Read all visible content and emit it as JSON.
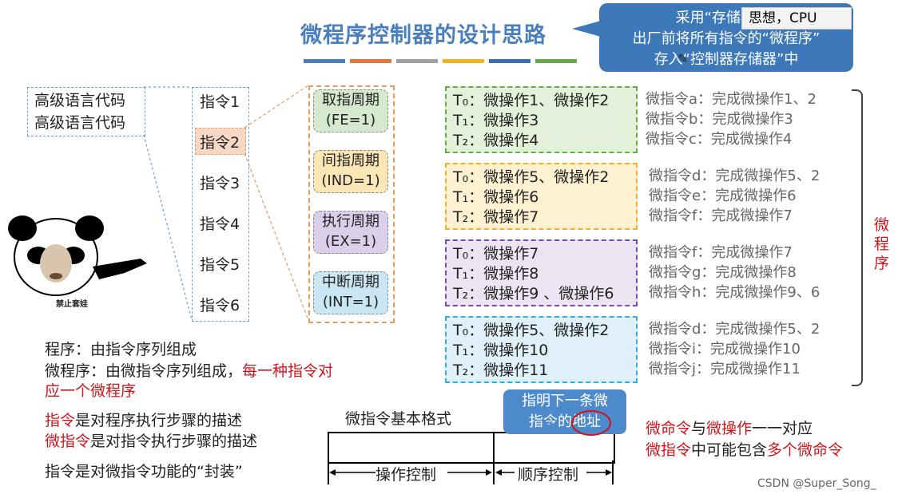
{
  "title": "微程序控制器的设计思路",
  "color_bar": [
    "#4a7fbf",
    "#e07a3c",
    "#a0a0a0",
    "#f1b320",
    "#3d6bb5",
    "#6aa84f"
  ],
  "callout": {
    "line1": "采用“存储程序”",
    "line2": "出厂前将所有指令的“微程序”",
    "line3": "存入“控制器存储器”中",
    "tooltip": "思想，CPU"
  },
  "hll": {
    "line1": "高级语言代码",
    "line2": "高级语言代码"
  },
  "instructions": [
    "指令1",
    "指令2",
    "指令3",
    "指令4",
    "指令5",
    "指令6"
  ],
  "phases": [
    {
      "name": "取指周期",
      "code": "(FE=1)",
      "bg": "#d6e8cd"
    },
    {
      "name": "间指周期",
      "code": "(IND=1)",
      "bg": "#fbe7b6"
    },
    {
      "name": "执行周期",
      "code": "(EX=1)",
      "bg": "#dccfea"
    },
    {
      "name": "中断周期",
      "code": "(INT=1)",
      "bg": "#c9e6f2"
    }
  ],
  "micro_boxes": [
    {
      "color": "#6aa84f",
      "bg": "#e3f0da",
      "lines": [
        "T₀：微操作1、微操作2",
        "T₁：微操作3",
        "T₂：微操作4"
      ],
      "mi": [
        "微指令a：完成微操作1、2",
        "微指令b：完成微操作3",
        "微指令c：完成微操作4"
      ]
    },
    {
      "color": "#f1b320",
      "bg": "#fdf1d2",
      "lines": [
        "T₀：微操作5、微操作2",
        "T₁：微操作6",
        "T₂：微操作7"
      ],
      "mi": [
        "微指令d：完成微操作5、2",
        "微指令e：完成微操作6",
        "微指令f：完成微操作7"
      ]
    },
    {
      "color": "#7a4bab",
      "bg": "#ece4f3",
      "lines": [
        "T₀：微操作7",
        "T₁：微操作8",
        "T₂：微操作9 、微操作6"
      ],
      "mi": [
        "微指令f：完成微操作7",
        "微指令g：完成微操作8",
        "微指令h：完成微操作9、6"
      ]
    },
    {
      "color": "#3fa9d8",
      "bg": "#dff0f8",
      "lines": [
        "T₀：微操作5、微操作2",
        "T₁：微操作10",
        "T₂：微操作11"
      ],
      "mi": [
        "微指令d：完成微操作5、2",
        "微指令i：完成微操作10",
        "微指令j：完成微操作11"
      ]
    }
  ],
  "right_label": "微程序",
  "meme_caption": "禁止套娃",
  "bottom": {
    "program": "程序：由指令序列组成",
    "microprogram_a": "微程序：由微指令序列组成，",
    "microprogram_b": "每一种指令对",
    "microprogram_c": "应一个微程序",
    "instr_red": "指令",
    "instr_rest": "是对程序执行步骤的描述",
    "minstr_red": "微指令",
    "minstr_rest": "是对指令执行步骤的描述",
    "encap": "指令是对微指令功能的“封装”"
  },
  "format": {
    "title": "微指令基本格式",
    "left": "操作控制",
    "right": "顺序控制",
    "note_line1": "指明下一条微",
    "note_line2_a": "指令的",
    "note_line2_b": "地址"
  },
  "right_notes": {
    "l1_a": "微命令",
    "l1_b": "与",
    "l1_c": "微操作",
    "l1_d": "一一对应",
    "l2_a": "微指令",
    "l2_b": "中可能包含",
    "l2_c": "多个微命令"
  },
  "watermark": "CSDN @Super_Song_"
}
